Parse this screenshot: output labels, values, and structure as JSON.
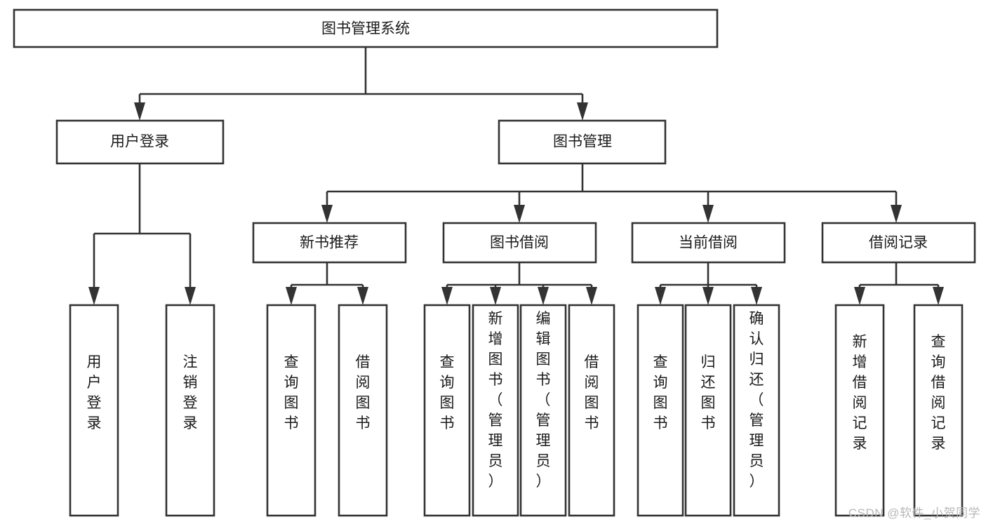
{
  "diagram": {
    "title": "图书管理系统",
    "type": "tree-hierarchy-chart",
    "orientation": "top-down",
    "colors": {
      "box_fill": "#ffffff",
      "box_stroke": "#333333",
      "text": "#1a1a1a",
      "background": "#ffffff",
      "watermark": "#b8b8b8"
    }
  },
  "root": {
    "label": "图书管理系统"
  },
  "level2": [
    {
      "label": "用户登录"
    },
    {
      "label": "图书管理"
    }
  ],
  "level3": [
    {
      "label": "新书推荐"
    },
    {
      "label": "图书借阅"
    },
    {
      "label": "当前借阅"
    },
    {
      "label": "借阅记录"
    }
  ],
  "leaves": {
    "user_login": [
      {
        "label": "用户登录",
        "lines": [
          "用",
          "户",
          "登",
          "录"
        ]
      },
      {
        "label": "注销登录",
        "lines": [
          "注",
          "销",
          "登",
          "录"
        ]
      }
    ],
    "new_book_recommend": [
      {
        "label": "查询图书",
        "lines": [
          "查",
          "询",
          "图",
          "书"
        ]
      },
      {
        "label": "借阅图书",
        "lines": [
          "借",
          "阅",
          "图",
          "书"
        ]
      }
    ],
    "book_borrow": [
      {
        "label": "查询图书",
        "lines": [
          "查",
          "询",
          "图",
          "书"
        ]
      },
      {
        "label": "新增图书（管理员）",
        "lines": [
          "新",
          "增",
          "图",
          "书",
          "（",
          "管",
          "理",
          "员",
          "）"
        ]
      },
      {
        "label": "编辑图书（管理员）",
        "lines": [
          "编",
          "辑",
          "图",
          "书",
          "（",
          "管",
          "理",
          "员",
          "）"
        ]
      },
      {
        "label": "借阅图书",
        "lines": [
          "借",
          "阅",
          "图",
          "书"
        ]
      }
    ],
    "current_borrow": [
      {
        "label": "查询图书",
        "lines": [
          "查",
          "询",
          "图",
          "书"
        ]
      },
      {
        "label": "归还图书",
        "lines": [
          "归",
          "还",
          "图",
          "书"
        ]
      },
      {
        "label": "确认归还（管理员）",
        "lines": [
          "确",
          "认",
          "归",
          "还",
          "（",
          "管",
          "理",
          "员",
          "）"
        ]
      }
    ],
    "borrow_records": [
      {
        "label": "新增借阅记录",
        "lines": [
          "新",
          "增",
          "借",
          "阅",
          "记",
          "录"
        ]
      },
      {
        "label": "查询借阅记录",
        "lines": [
          "查",
          "询",
          "借",
          "阅",
          "记",
          "录"
        ]
      }
    ]
  },
  "watermark": {
    "text": "CSDN @软件_小贺同学"
  }
}
